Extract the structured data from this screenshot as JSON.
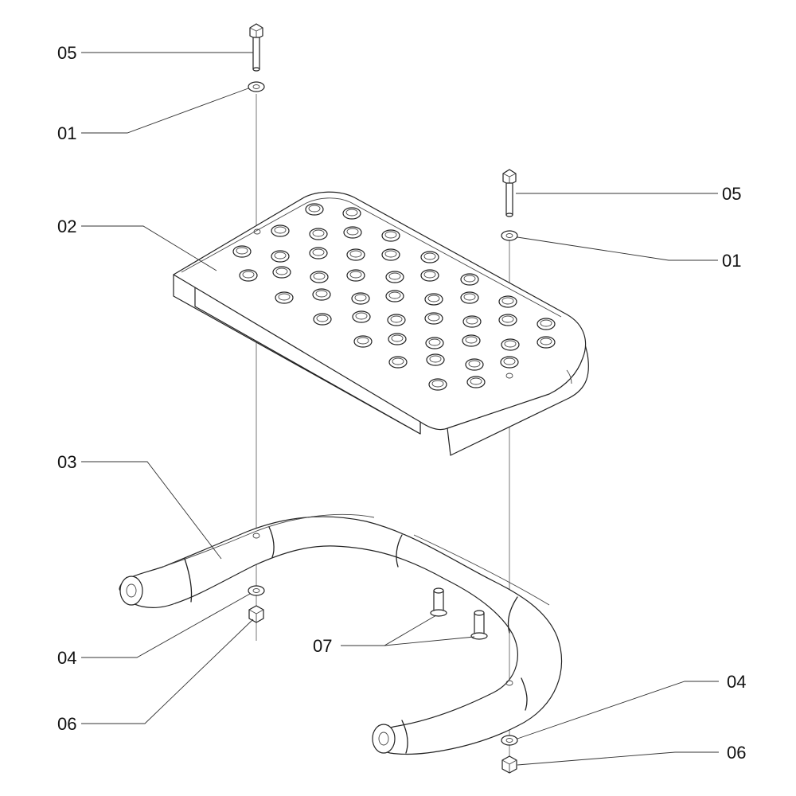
{
  "callouts": [
    {
      "id": "05"
    },
    {
      "id": "01"
    },
    {
      "id": "02"
    },
    {
      "id": "05"
    },
    {
      "id": "01"
    },
    {
      "id": "03"
    },
    {
      "id": "04"
    },
    {
      "id": "07"
    },
    {
      "id": "06"
    },
    {
      "id": "04"
    },
    {
      "id": "06"
    }
  ]
}
